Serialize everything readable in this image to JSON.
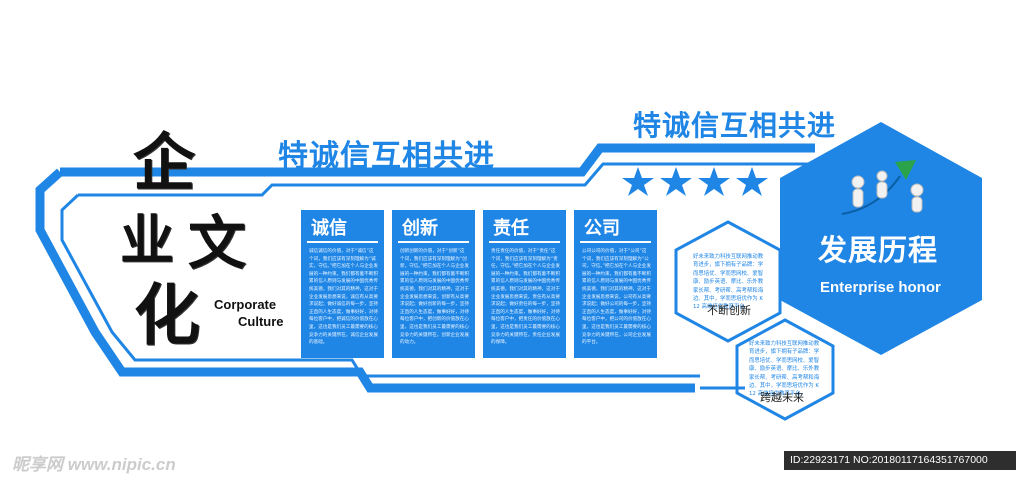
{
  "title_chars": [
    "企",
    "业",
    "文",
    "化"
  ],
  "corporate_line1": "Corporate",
  "corporate_line2": "Culture",
  "slogan_left": "特诚信互相共进",
  "slogan_right": "特诚信互相共进",
  "panels": [
    {
      "title": "诚信",
      "body": "诚信诚信的价值，对于“诚信”这个词，我们应该有深刻理解为“诚实，守信。”把它加在个人与企业发展的一种约束。我们都有着不断积累的信人原则与发展的中国优秀传统美德，我们对其的精神，这对于企业发展思想来说，诚信有从高要求说起；做好诚信的每一步，坚持正直的人生态度，做事好好，对待每位客户中，把诚信的价值放在心里，这也是我们员工最需要的核心竞争力的关键所在，诚信企业发展的基础。"
    },
    {
      "title": "创新",
      "body": "创新创新的价值，对于“创新”这个词，我们应该有深刻理解为“创新，守信。”把它加在个人与企业发展的一种约束。我们都有着不断积累的信人原则与发展的中国优秀传统美德，我们对其的精神，这对于企业发展思想来说，创新有从高要求说起；做好创新的每一步，坚持正直的人生态度，做事好好，对待每位客户中，把创新的价值放在心里，这也是我们员工最需要的核心竞争力的关键所在，创新企业发展的动力。"
    },
    {
      "title": "责任",
      "body": "责任责任的价值，对于“责任”这个词，我们应该有深刻理解为“责任，守信。”把它加在个人与企业发展的一种约束。我们都有着不断积累的信人原则与发展的中国优秀传统美德，我们对其的精神，这对于企业发展思想来说，责任有从高要求说起；做好责任的每一步，坚持正直的人生态度，做事好好，对待每位客户中，把责任的价值放在心里，这也是我们员工最需要的核心竞争力的关键所在，责任企业发展的保障。"
    },
    {
      "title": "公司",
      "body": "公司公司的价值，对于“公司”这个词，我们应该有深刻理解为“公司，守信。”把它加在个人与企业发展的一种约束。我们都有着不断积累的信人原则与发展的中国优秀传统美德，我们对其的精神，这对于企业发展思想来说，公司有从高要求说起；做好公司的每一步，坚持正直的人生态度，做事好好，对待每位客户中，把公司的价值放在心里，这也是我们员工最需要的核心竞争力的关键所在，公司企业发展的平台。"
    }
  ],
  "hex_small_1": {
    "body": "好未来致力科技互联网推动教育进步，旗下拥有子品牌：学而思培优、学而思网校、爱智康、励步英语、摩比、乐外教家长帮、考研帮、高考帮和海边、其中，学而思培优作为 K12 高端培优教育平台，",
    "caption": "不断创新"
  },
  "hex_small_2": {
    "body": "好未来致力科技互联网推动教育进步，旗下拥有子品牌：学而思培优、学而思网校、爱智康、励步英语、摩比、乐外教家长帮、考研帮、高考帮和海边、其中，学而思培优作为 K12 高端培优教育平台，",
    "caption": "跨越未来"
  },
  "dev_title": "发展历程",
  "dev_subtitle": "Enterprise honor",
  "watermark_left": "昵享网 www.nipic.cn",
  "watermark_right": "ID:22923171 NO:20180117164351767000",
  "colors": {
    "brand_blue": "#1f86e6",
    "ink": "#111111"
  },
  "icons": [
    "star-icon",
    "growth-arrow-figures-icon"
  ]
}
